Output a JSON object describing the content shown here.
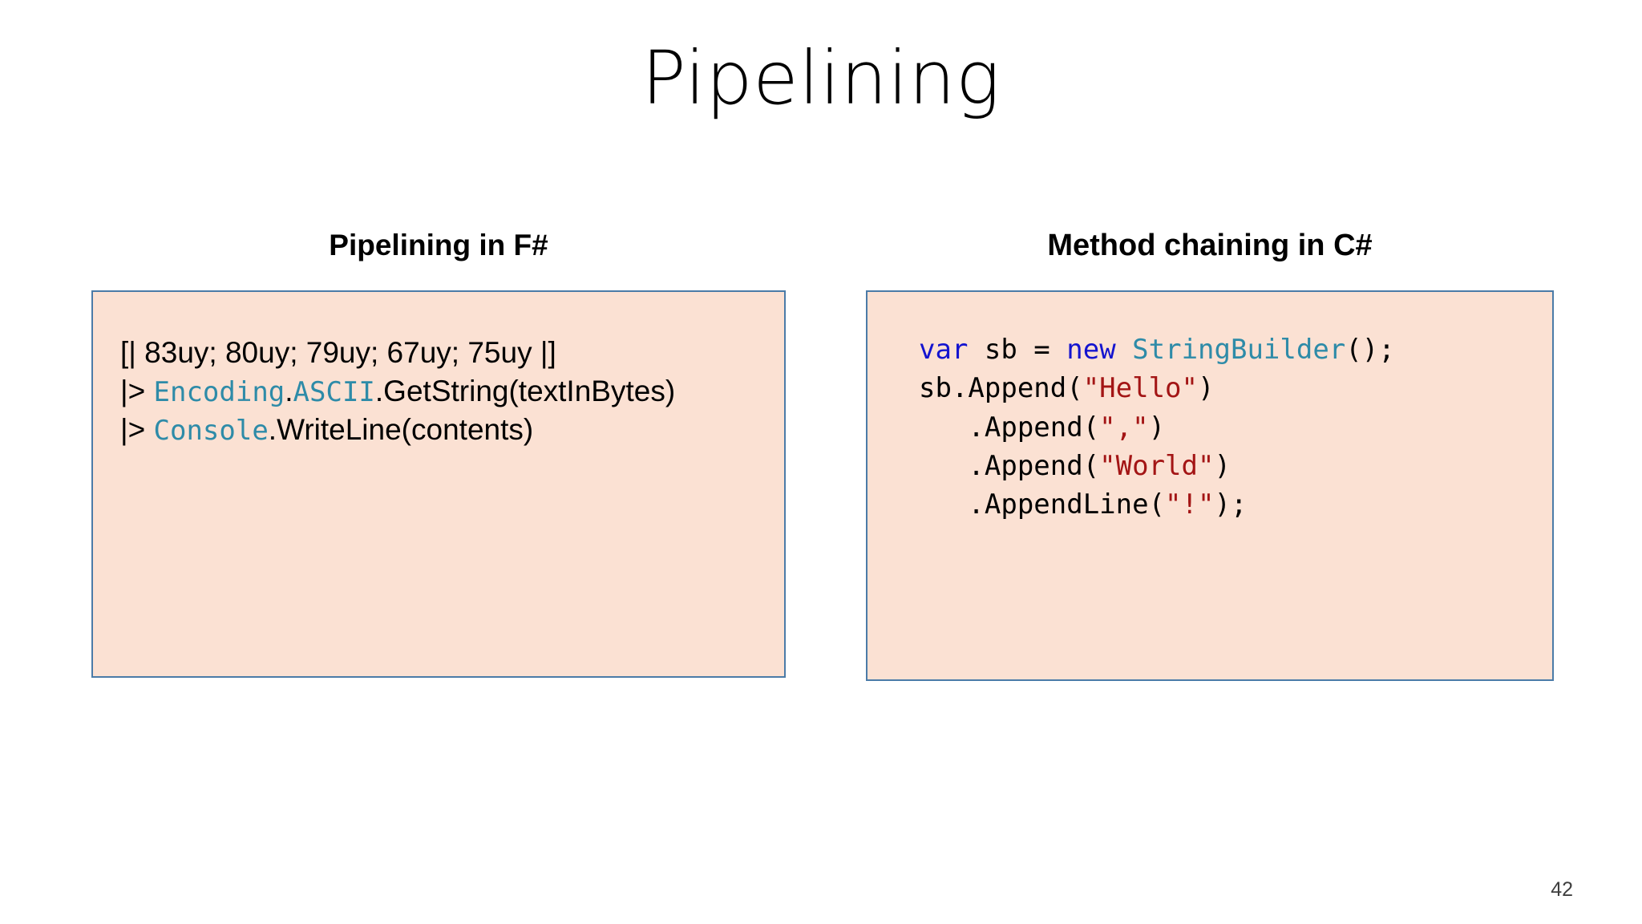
{
  "slide": {
    "title": "Pipelining",
    "page_number": "42",
    "background_color": "#FFFFFF"
  },
  "theme": {
    "code_box_background": "#FBE1D3",
    "code_box_border": "#4B7BA8",
    "type_color": "#2E8BA8",
    "keyword_color": "#1414CF",
    "string_color": "#A31515",
    "text_color": "#000000"
  },
  "panels": [
    {
      "id": "fsharp",
      "heading": "Pipelining in F#",
      "language": "F#",
      "code_lines": [
        {
          "tokens": [
            {
              "text": "[| 83uy; 80uy; 79uy; 67uy; 75uy |]",
              "kind": "plain"
            }
          ]
        },
        {
          "tokens": [
            {
              "text": "|> ",
              "kind": "plain"
            },
            {
              "text": "Encoding",
              "kind": "type"
            },
            {
              "text": ".",
              "kind": "plain"
            },
            {
              "text": "ASCII",
              "kind": "type"
            },
            {
              "text": ".GetString(textInBytes)",
              "kind": "plain"
            }
          ]
        },
        {
          "tokens": [
            {
              "text": "|> ",
              "kind": "plain"
            },
            {
              "text": "Console",
              "kind": "type"
            },
            {
              "text": ".WriteLine(contents)",
              "kind": "plain"
            }
          ]
        }
      ]
    },
    {
      "id": "csharp",
      "heading": "Method chaining in C#",
      "language": "C#",
      "code_lines": [
        {
          "tokens": [
            {
              "text": "var",
              "kind": "keyword"
            },
            {
              "text": " sb = ",
              "kind": "plain"
            },
            {
              "text": "new",
              "kind": "keyword"
            },
            {
              "text": " ",
              "kind": "plain"
            },
            {
              "text": "StringBuilder",
              "kind": "type"
            },
            {
              "text": "();",
              "kind": "plain"
            }
          ]
        },
        {
          "tokens": [
            {
              "text": "sb.Append(",
              "kind": "plain"
            },
            {
              "text": "\"Hello\"",
              "kind": "string"
            },
            {
              "text": ")",
              "kind": "plain"
            }
          ]
        },
        {
          "tokens": [
            {
              "text": "   .Append(",
              "kind": "plain"
            },
            {
              "text": "\",\"",
              "kind": "string"
            },
            {
              "text": ")",
              "kind": "plain"
            }
          ]
        },
        {
          "tokens": [
            {
              "text": "   .Append(",
              "kind": "plain"
            },
            {
              "text": "\"World\"",
              "kind": "string"
            },
            {
              "text": ")",
              "kind": "plain"
            }
          ]
        },
        {
          "tokens": [
            {
              "text": "   .AppendLine(",
              "kind": "plain"
            },
            {
              "text": "\"!\"",
              "kind": "string"
            },
            {
              "text": ");",
              "kind": "plain"
            }
          ]
        }
      ]
    }
  ]
}
